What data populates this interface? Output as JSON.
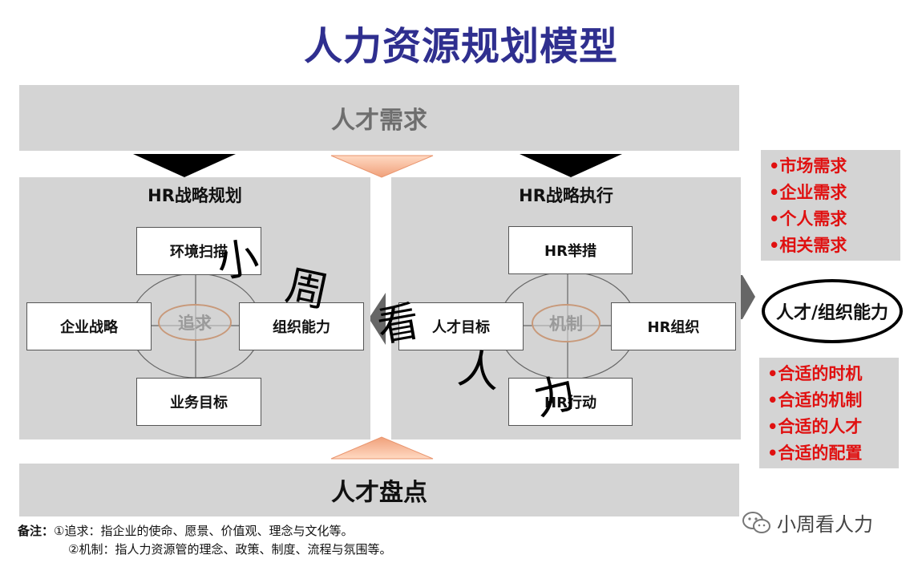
{
  "title": "人力资源规划模型",
  "top_band": "人才需求",
  "bottom_band": "人才盘点",
  "left_panel": {
    "title": "HR战略规划",
    "top_box": "环境扫描",
    "left_box": "企业战略",
    "right_box": "组织能力",
    "bottom_box": "业务目标",
    "center": "追求"
  },
  "right_panel": {
    "title": "HR战略执行",
    "top_box": "HR举措",
    "left_box": "人才目标",
    "right_box": "HR组织",
    "bottom_box": "HR行动",
    "center": "机制"
  },
  "demand_list": [
    "•市场需求",
    "•企业需求",
    "•个人需求",
    "•相关需求"
  ],
  "fit_list": [
    "•合适的时机",
    "•合适的机制",
    "•合适的人才",
    "•合适的配置"
  ],
  "capability": "人才/组织能力",
  "notes": {
    "label": "备注：",
    "line1": "①追求：指企业的使命、愿景、价值观、理念与文化等。",
    "line2": "②机制：指人力资源管的理念、政策、制度、流程与氛围等。"
  },
  "watermark": {
    "chars": [
      "小",
      "周",
      "看",
      "人",
      "力"
    ],
    "brand": "小周看人力",
    "brand_icon": "wechat-icon"
  },
  "colors": {
    "title": "#2f2f8f",
    "band": "#d4d4d4",
    "red_text": "#e01010",
    "peach_arrow": "#f4a582",
    "oval_border": "#c8997a"
  }
}
